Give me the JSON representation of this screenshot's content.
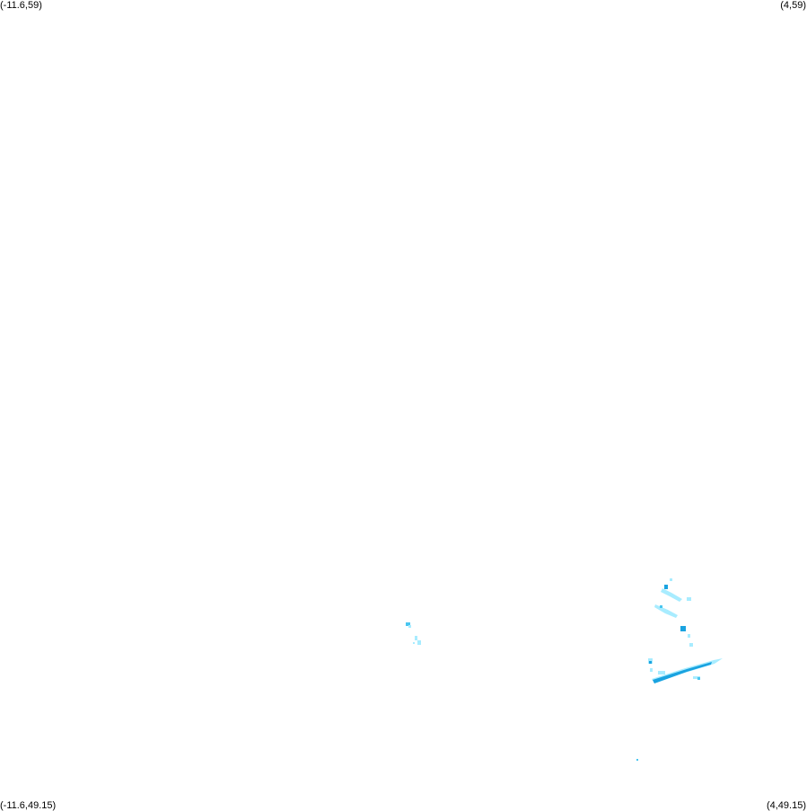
{
  "map": {
    "corners": {
      "top_left": "(-11.6,59)",
      "top_right": "(4,59)",
      "bottom_left": "(-11.6,49.15)",
      "bottom_right": "(4,49.15)"
    },
    "bounds": {
      "lon_min": -11.6,
      "lon_max": 4,
      "lat_min": 49.15,
      "lat_max": 59
    },
    "colors": {
      "background": "#ffffff",
      "light": "#a8ecff",
      "medium": "#49c6f0",
      "strong": "#1aa3e0"
    }
  }
}
